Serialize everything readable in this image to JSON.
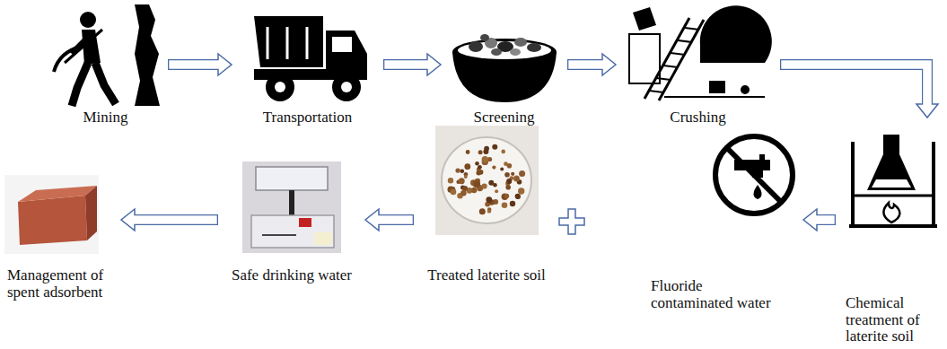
{
  "diagram": {
    "nodes": [
      {
        "text": [
          "Mining"
        ]
      },
      {
        "text": [
          "Transportation"
        ]
      },
      {
        "text": [
          "Screening"
        ]
      },
      {
        "text": [
          "Crushing"
        ]
      },
      {
        "text": [
          "Chemical treatment of laterite soil"
        ]
      },
      {
        "text": [
          "Fluoride contaminated water"
        ]
      },
      {
        "text": [
          "Treated laterite soil"
        ]
      },
      {
        "text": [
          "Safe drinking water"
        ]
      },
      {
        "text": [
          "Management of spent adsorbent"
        ]
      }
    ],
    "edges": [
      {
        "from": 0,
        "to": 1,
        "arrow": "to"
      },
      {
        "from": 1,
        "to": 2,
        "arrow": "to"
      },
      {
        "from": 2,
        "to": 3,
        "arrow": "to"
      },
      {
        "from": 3,
        "to": 4,
        "arrow": "to"
      },
      {
        "from": 4,
        "to": 5,
        "arrow": "to"
      },
      {
        "from": 6,
        "to": 7,
        "arrow": "to"
      },
      {
        "from": 7,
        "to": 8,
        "arrow": "to"
      }
    ]
  }
}
